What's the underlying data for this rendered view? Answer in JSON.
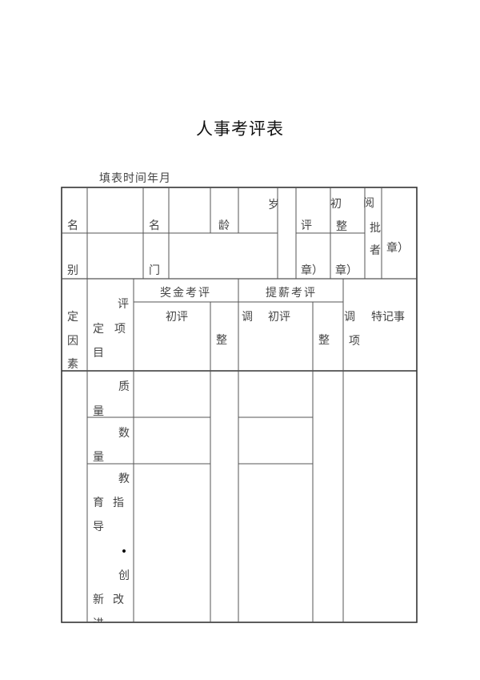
{
  "title": "人事考评表",
  "fill_time": "填表时间年月",
  "header": {
    "name": "名",
    "gender": "别",
    "name2": "名",
    "dept": "门",
    "age": "龄",
    "age_unit": "岁",
    "first_eval": "评",
    "first_seal": "章）",
    "adjust_chu": "初",
    "adjust": "整",
    "adjust_seal": "章）",
    "review": "阅",
    "approve": "批",
    "approver": "者",
    "approver_seal": "章）"
  },
  "sections": {
    "bonus": "奖金考评",
    "raise": "提薪考评",
    "factor": [
      "定",
      "因",
      "素"
    ],
    "item": [
      "评",
      "定",
      "项",
      "目"
    ],
    "bonus_first": "初评",
    "bonus_adjust": "整",
    "raise_diao": "调",
    "raise_first": "初评",
    "raise_adjust": "整",
    "notes_diao": "调",
    "notes": "特记事",
    "notes_item": "项"
  },
  "rows": {
    "quality": [
      "质",
      "量"
    ],
    "quantity": [
      "数",
      "量"
    ],
    "education": [
      "教",
      "育",
      "指",
      "导"
    ],
    "bullet": "•",
    "innovation": [
      "创",
      "新",
      "改",
      "进"
    ]
  }
}
